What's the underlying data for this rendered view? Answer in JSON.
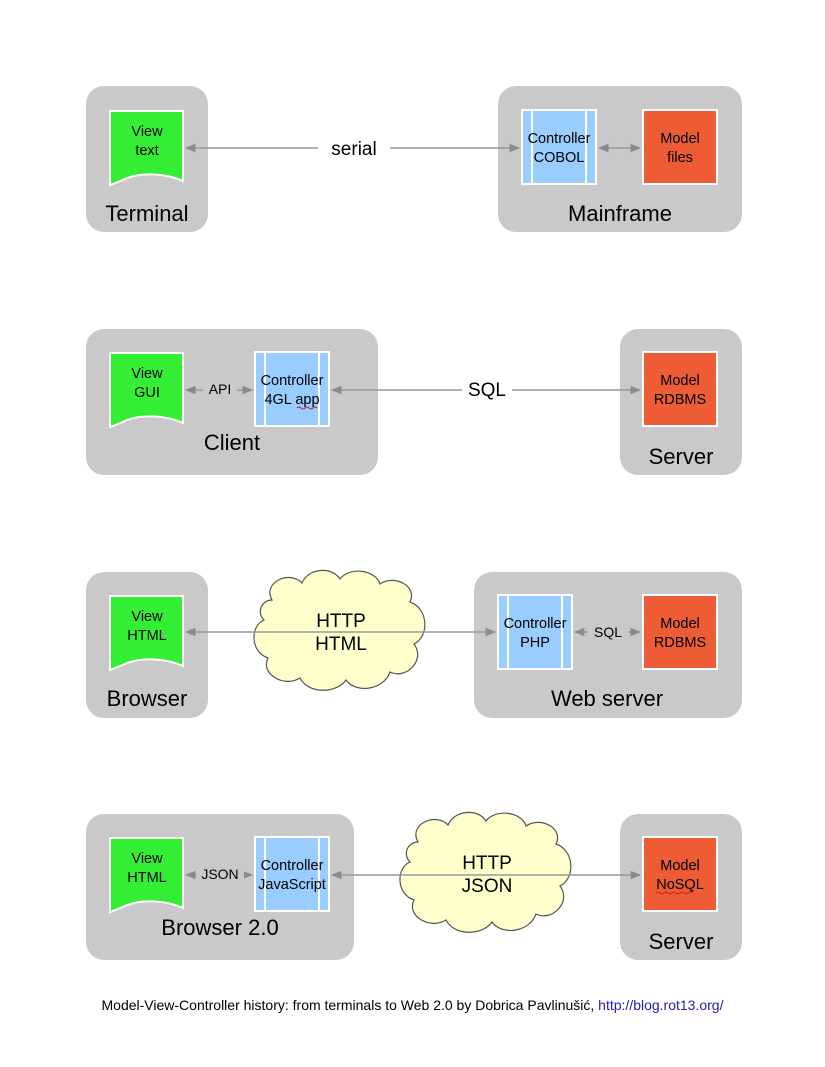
{
  "diagram": {
    "row1": {
      "left_container": "Terminal",
      "right_container": "Mainframe",
      "view": [
        "View",
        "text"
      ],
      "controller": [
        "Controller",
        "COBOL"
      ],
      "model": [
        "Model",
        "files"
      ],
      "link": "serial"
    },
    "row2": {
      "left_container": "Client",
      "right_container": "Server",
      "view": [
        "View",
        "GUI"
      ],
      "controller": [
        "Controller",
        "4GL app"
      ],
      "model": [
        "Model",
        "RDBMS"
      ],
      "inner_link": "API",
      "link": "SQL"
    },
    "row3": {
      "left_container": "Browser",
      "right_container": "Web server",
      "view": [
        "View",
        "HTML"
      ],
      "controller": [
        "Controller",
        "PHP"
      ],
      "model": [
        "Model",
        "RDBMS"
      ],
      "inner_link": "SQL",
      "cloud": [
        "HTTP",
        "HTML"
      ]
    },
    "row4": {
      "left_container": "Browser 2.0",
      "right_container": "Server",
      "view": [
        "View",
        "HTML"
      ],
      "controller": [
        "Controller",
        "JavaScript"
      ],
      "model": [
        "Model",
        "NoSQL"
      ],
      "inner_link": "JSON",
      "cloud": [
        "HTTP",
        "JSON"
      ]
    }
  },
  "colors": {
    "container": "#c9c9c9",
    "view": "#33ee33",
    "controller": "#99ccff",
    "model": "#ee5c36",
    "cloud": "#ffffcc",
    "arrow": "#999999",
    "link": "#1f1fb0"
  },
  "footer": {
    "caption": "Model-View-Controller history: from terminals to Web 2.0 by Dobrica Pavlinušić,",
    "url": "http://blog.rot13.org/"
  }
}
